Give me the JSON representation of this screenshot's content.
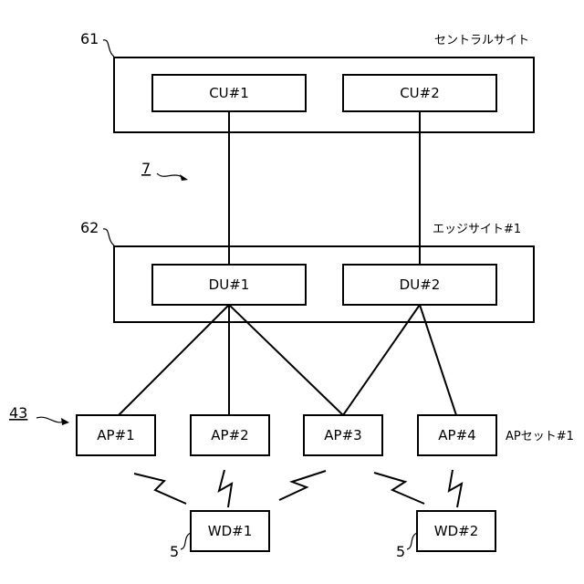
{
  "labels": {
    "central_site": "セントラルサイト",
    "edge_site": "エッジサイト#1",
    "ap_set": "APセット#1",
    "ref_central": "61",
    "ref_edge": "62",
    "ref_network": "7",
    "ref_ap_group": "43",
    "ref_wd1": "5",
    "ref_wd2": "5"
  },
  "nodes": {
    "cu1": "CU#1",
    "cu2": "CU#2",
    "du1": "DU#1",
    "du2": "DU#2",
    "ap1": "AP#1",
    "ap2": "AP#2",
    "ap3": "AP#3",
    "ap4": "AP#4",
    "wd1": "WD#1",
    "wd2": "WD#2"
  }
}
